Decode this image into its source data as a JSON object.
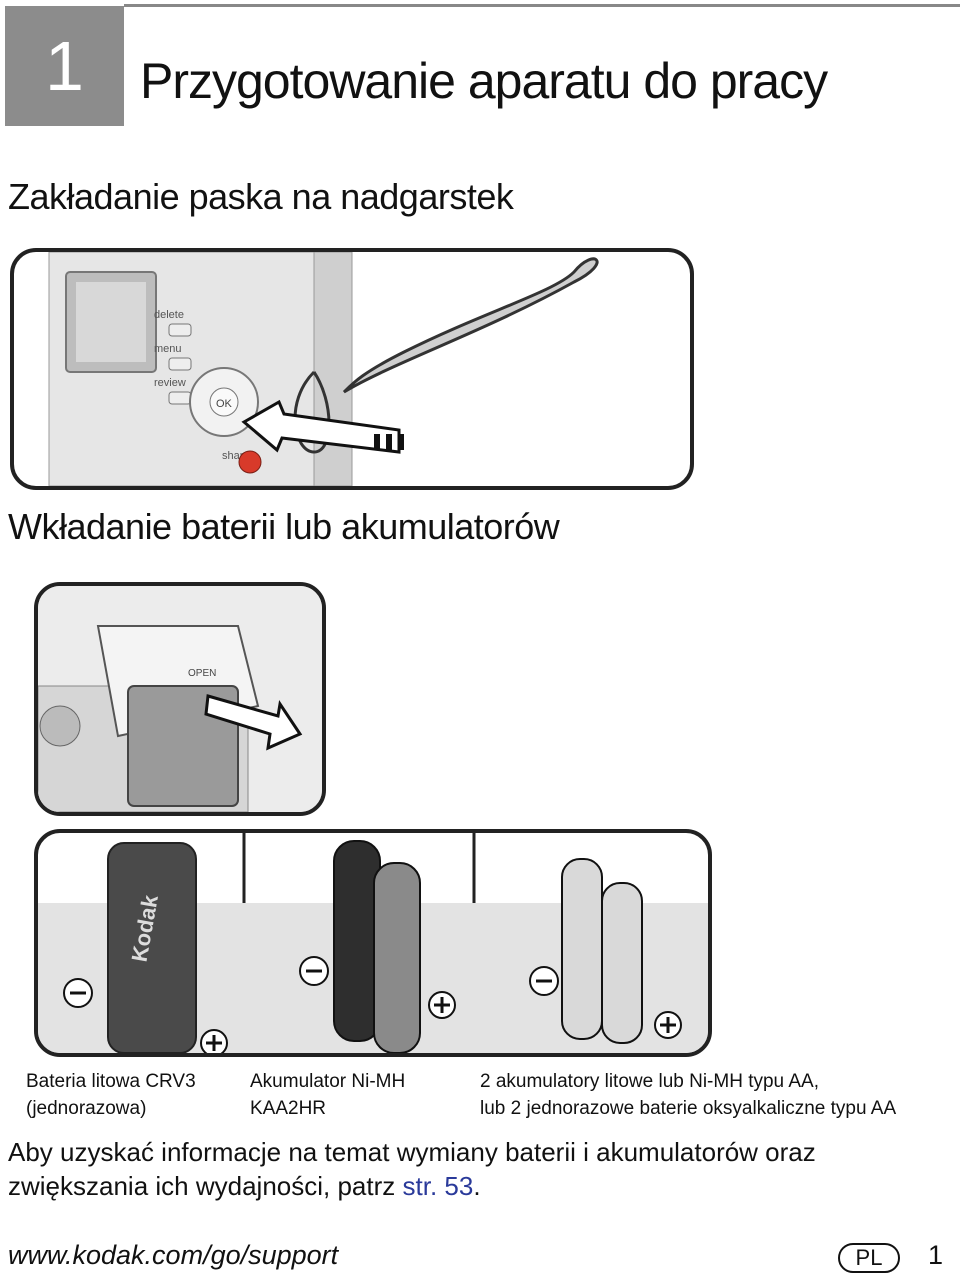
{
  "chapter": {
    "number": "1",
    "title": "Przygotowanie aparatu do pracy"
  },
  "section_strap": {
    "heading": "Zakładanie paska na nadgarstek",
    "camera_labels": {
      "delete": "delete",
      "menu": "menu",
      "review": "review",
      "ok": "OK",
      "share": "share"
    }
  },
  "section_batteries": {
    "heading": "Wkładanie baterii lub akumulatorów",
    "door_label": "OPEN",
    "panels": [
      {
        "brand": "Kodak",
        "caption_line1": "Bateria litowa CRV3",
        "caption_line2": "(jednorazowa)"
      },
      {
        "caption_line1": "Akumulator Ni-MH",
        "caption_line2": "KAA2HR"
      },
      {
        "caption_line1": "2 akumulatory litowe lub Ni-MH typu AA,",
        "caption_line2": "lub 2 jednorazowe baterie oksyalkaliczne typu AA"
      }
    ]
  },
  "note": {
    "text": "Aby uzyskać informacje na temat wymiany baterii i akumulatorów oraz zwiększania ich wydajności, patrz ",
    "link": "str. 53",
    "suffix": "."
  },
  "footer": {
    "url": "www.kodak.com/go/support",
    "lang": "PL",
    "page": "1"
  }
}
